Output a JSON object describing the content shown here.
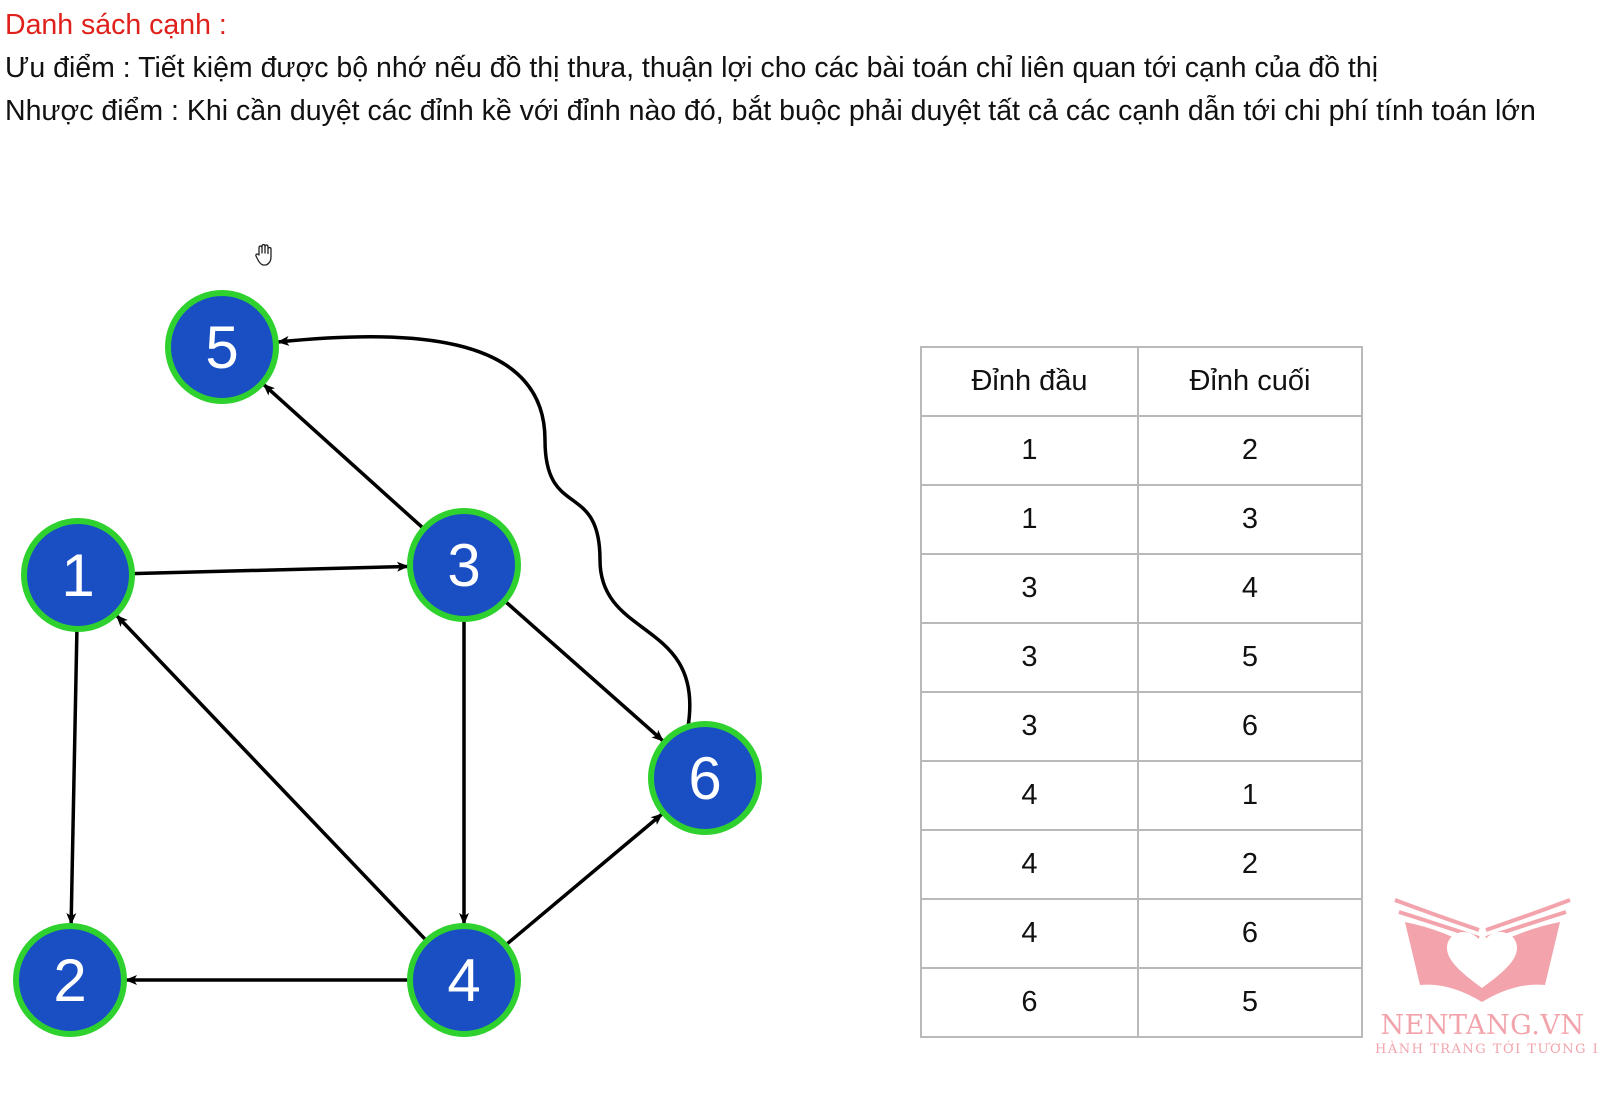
{
  "text": {
    "heading": "Danh sách cạnh :",
    "advantage": "Ưu điểm : Tiết kiệm được bộ nhớ nếu đồ thị thưa, thuận lợi cho các bài toán chỉ liên quan tới cạnh của đồ thị",
    "disadvantage": "Nhược điểm : Khi cần duyệt các đỉnh kề với đỉnh nào đó, bắt buộc phải duyệt tất cả các cạnh dẫn tới chi phí tính toán lớn"
  },
  "graph": {
    "nodes": [
      "1",
      "2",
      "3",
      "4",
      "5",
      "6"
    ],
    "edges": [
      {
        "from": "1",
        "to": "2"
      },
      {
        "from": "1",
        "to": "3"
      },
      {
        "from": "3",
        "to": "4"
      },
      {
        "from": "3",
        "to": "5"
      },
      {
        "from": "3",
        "to": "6"
      },
      {
        "from": "4",
        "to": "1"
      },
      {
        "from": "4",
        "to": "2"
      },
      {
        "from": "4",
        "to": "6"
      },
      {
        "from": "6",
        "to": "5"
      }
    ],
    "colors": {
      "node_fill": "#1a4fc4",
      "node_stroke": "#2ed12e",
      "edge": "#000000"
    }
  },
  "table": {
    "headers": [
      "Đỉnh đầu",
      "Đỉnh cuối"
    ],
    "rows": [
      [
        "1",
        "2"
      ],
      [
        "1",
        "3"
      ],
      [
        "3",
        "4"
      ],
      [
        "3",
        "5"
      ],
      [
        "3",
        "6"
      ],
      [
        "4",
        "1"
      ],
      [
        "4",
        "2"
      ],
      [
        "4",
        "6"
      ],
      [
        "6",
        "5"
      ]
    ]
  },
  "logo": {
    "name": "NENTANG.VN",
    "tagline": "HÀNH TRANG TỚI TƯƠNG LAI",
    "color": "#f2a3ab"
  },
  "cursor": {
    "icon": "hand-cursor-icon"
  }
}
